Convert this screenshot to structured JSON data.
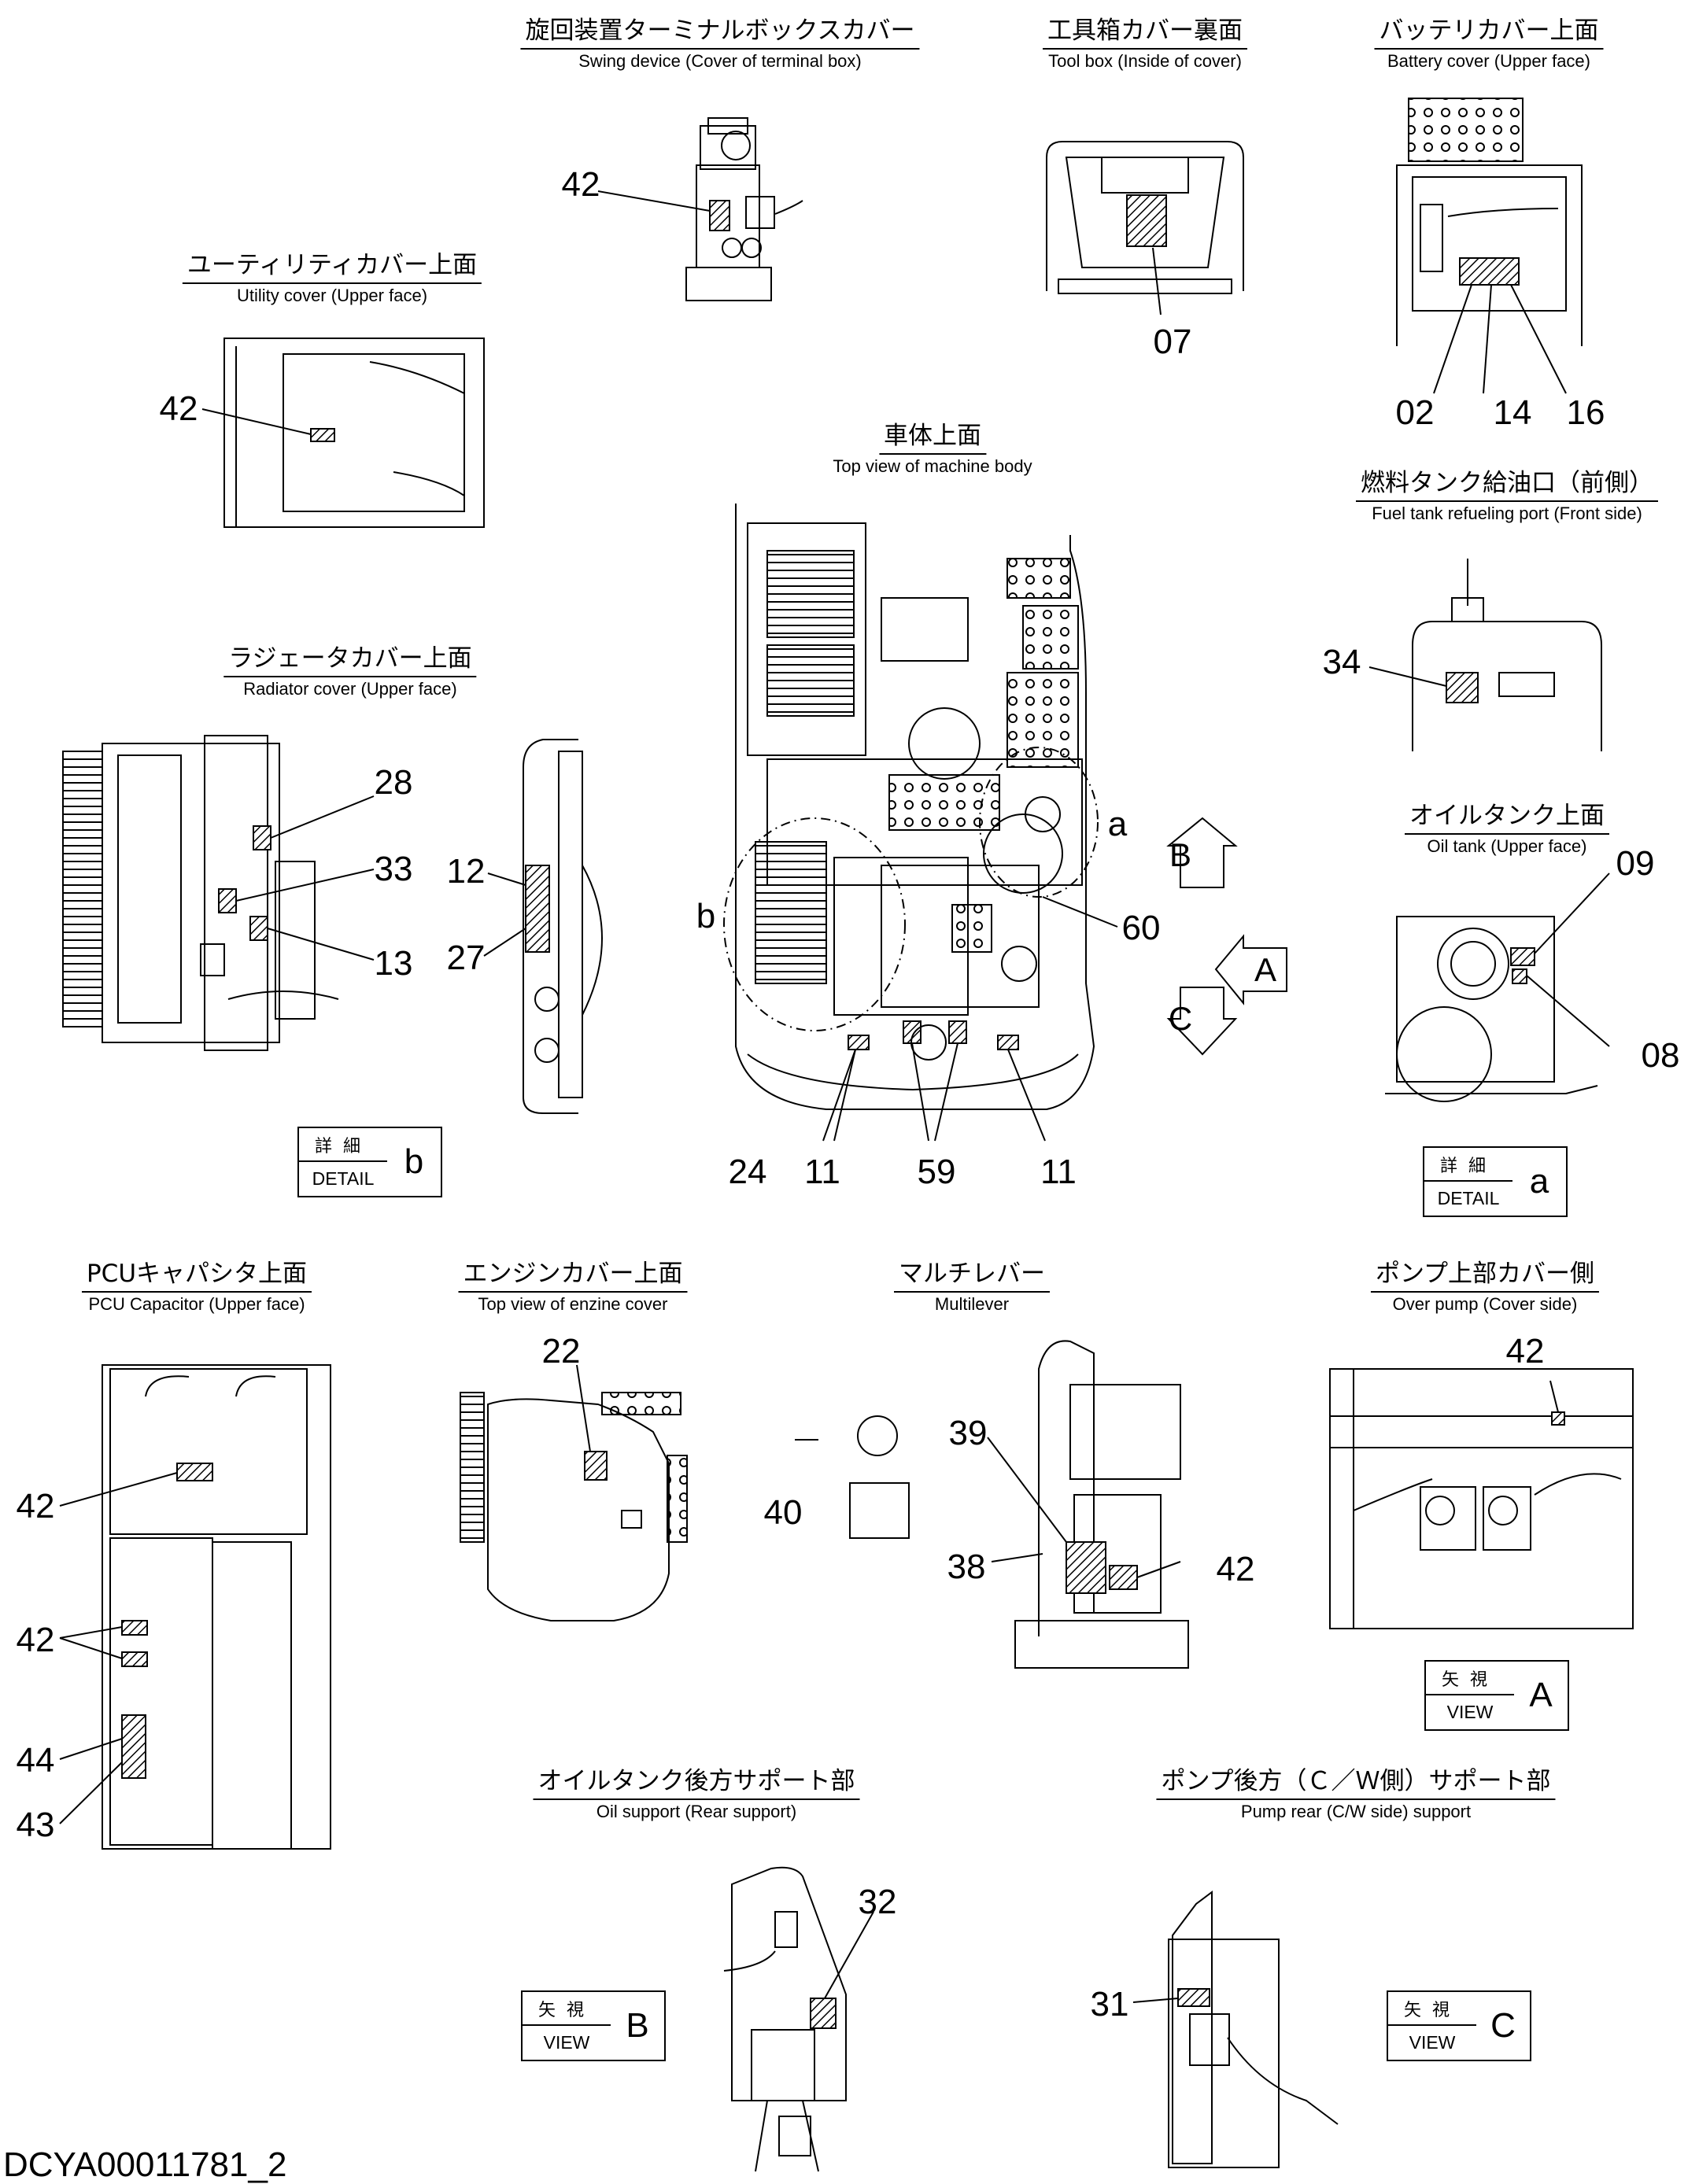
{
  "views": {
    "swing": {
      "jp": "旋回装置ターミナルボックスカバー",
      "en": "Swing device (Cover of terminal box)"
    },
    "toolbox": {
      "jp": "工具箱カバー裏面",
      "en": "Tool box (Inside of cover)"
    },
    "battery": {
      "jp": "バッテリカバー上面",
      "en": "Battery cover (Upper face)"
    },
    "utility": {
      "jp": "ユーティリティカバー上面",
      "en": "Utility cover (Upper face)"
    },
    "body": {
      "jp": "車体上面",
      "en": "Top view of machine body"
    },
    "fuel": {
      "jp": "燃料タンク給油口（前側）",
      "en": "Fuel tank refueling port (Front side)"
    },
    "radiator": {
      "jp": "ラジェータカバー上面",
      "en": "Radiator cover (Upper face)"
    },
    "oiltank": {
      "jp": "オイルタンク上面",
      "en": "Oil tank (Upper face)"
    },
    "pcu": {
      "jp": "PCUキャパシタ上面",
      "en": "PCU Capacitor (Upper face)"
    },
    "engine": {
      "jp": "エンジンカバー上面",
      "en": "Top view of enzine cover"
    },
    "multilever": {
      "jp": "マルチレバー",
      "en": "Multilever"
    },
    "overpump": {
      "jp": "ポンプ上部カバー側",
      "en": "Over pump (Cover side)"
    },
    "oilsupport": {
      "jp": "オイルタンク後方サポート部",
      "en": "Oil  support (Rear support)"
    },
    "pumprear": {
      "jp": "ポンプ後方（Ｃ／Ｗ側）サポート部",
      "en": "Pump rear (C/W side) support"
    }
  },
  "callouts": {
    "swing_42": "42",
    "toolbox_07": "07",
    "battery_02": "02",
    "battery_14": "14",
    "battery_16": "16",
    "utility_42": "42",
    "fuel_34": "34",
    "rad_28": "28",
    "rad_33": "33",
    "rad_13": "13",
    "rad_12": "12",
    "rad_27": "27",
    "body_a": "a",
    "body_b": "b",
    "body_60": "60",
    "body_24": "24",
    "body_11a": "11",
    "body_59": "59",
    "body_11b": "11",
    "oil_09": "09",
    "oil_08": "08",
    "pcu_42a": "42",
    "pcu_42b": "42",
    "pcu_44": "44",
    "pcu_43": "43",
    "engine_22": "22",
    "ml_39": "39",
    "ml_40": "40",
    "ml_38": "38",
    "ml_42": "42",
    "op_42": "42",
    "os_32": "32",
    "pr_31": "31"
  },
  "arrows": {
    "b": "B",
    "a": "A",
    "c": "C"
  },
  "tags": {
    "detail_b": {
      "jp": "詳細",
      "en": "DETAIL",
      "letter": "b"
    },
    "detail_a": {
      "jp": "詳細",
      "en": "DETAIL",
      "letter": "a"
    },
    "view_a": {
      "jp": "矢視",
      "en": "VIEW",
      "letter": "A"
    },
    "view_b": {
      "jp": "矢視",
      "en": "VIEW",
      "letter": "B"
    },
    "view_c": {
      "jp": "矢視",
      "en": "VIEW",
      "letter": "C"
    }
  },
  "doc_id": "DCYA00011781_2"
}
